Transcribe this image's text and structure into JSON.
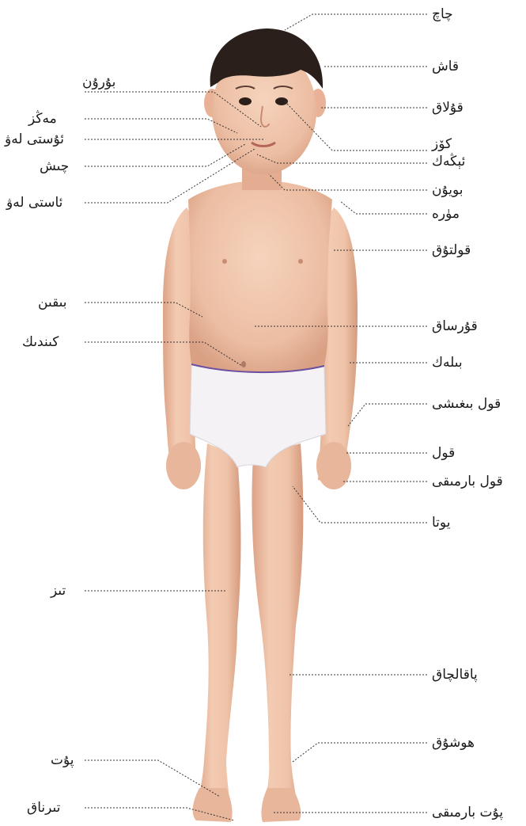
{
  "labels": {
    "chach": "چاچ",
    "qash": "قاش",
    "buruun": "بۇرۇن",
    "qulaq": "قۇلاق",
    "mengiz": "مەڭز",
    "koz": "كۆز",
    "ustilev": "ئۇستى لەۋ",
    "engek": "ئېڭەك",
    "chish": "چىش",
    "boyun": "بويۇن",
    "astilev": "ئاستى لەۋ",
    "mure": "مۈرە",
    "qoltuq": "قولتۇق",
    "biqin": "بىقىن",
    "qursaq": "قۇرساق",
    "kindik": "كىندىك",
    "bilek": "بىلەك",
    "qol_bighishi": "قول بىغىشى",
    "qol": "قول",
    "qol_barmiqi": "قول بارمىقى",
    "yota": "يوتا",
    "tiz": "تىز",
    "paqalchaq": "پاقالچاق",
    "hoshuq": "ھوشۇق",
    "put": "پۇت",
    "put_barmiqi": "پۇت بارمىقى",
    "tirnaq": "تىرناق"
  },
  "colors": {
    "skin": "#efc3a8",
    "skin_shadow": "#d9a084",
    "hair": "#2a1f1a",
    "briefs": "#f4f2f4",
    "waistband": "#6a4fa0",
    "leader_line": "#333333"
  }
}
